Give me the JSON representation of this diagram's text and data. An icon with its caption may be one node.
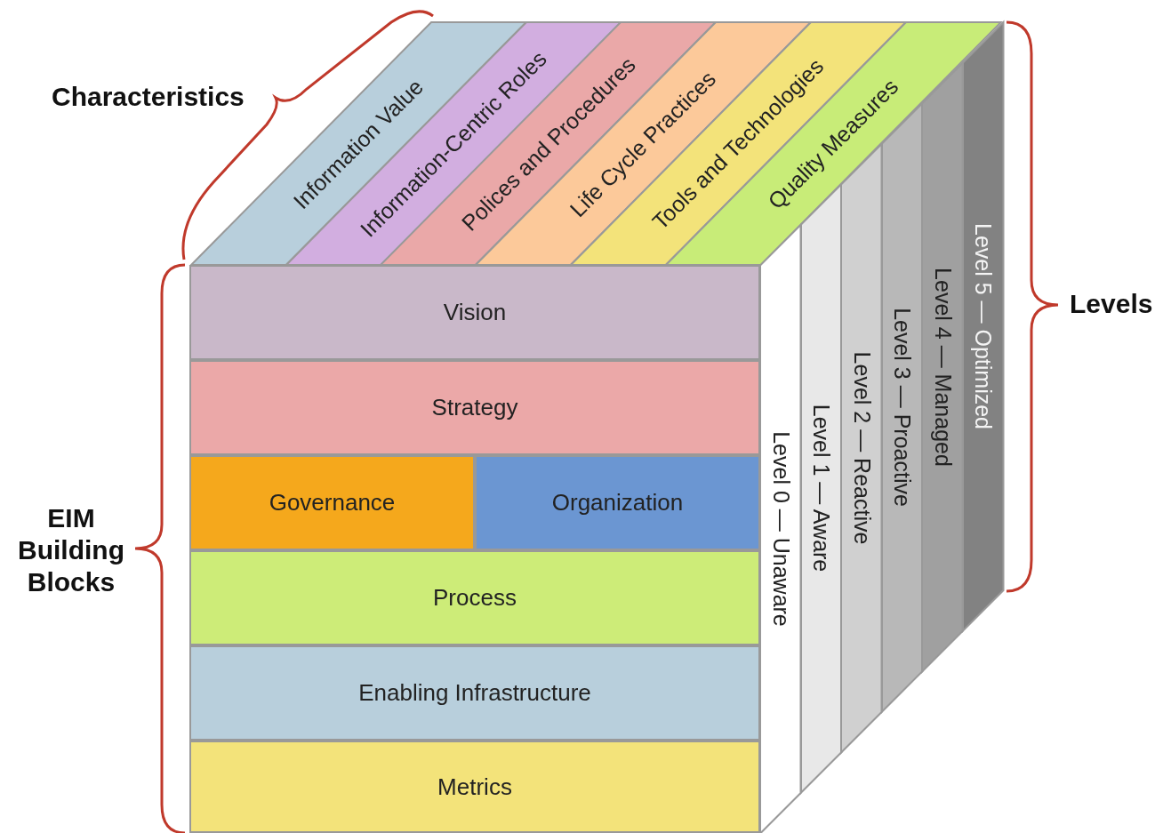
{
  "diagram": {
    "nodes": [
      {
        "text": [
          "Vision"
        ]
      },
      {
        "text": [
          "Strategy"
        ]
      },
      {
        "text": [
          "Governance"
        ]
      },
      {
        "text": [
          "Organization"
        ]
      },
      {
        "text": [
          "Process"
        ]
      },
      {
        "text": [
          "Enabling Infrastructure"
        ]
      },
      {
        "text": [
          "Metrics"
        ]
      },
      {
        "text": [
          "Information Value"
        ]
      },
      {
        "text": [
          "Information-Centric Roles"
        ]
      },
      {
        "text": [
          "Polices and Procedures"
        ]
      },
      {
        "text": [
          "Life Cycle Practices"
        ]
      },
      {
        "text": [
          "Tools and Technologies"
        ]
      },
      {
        "text": [
          "Quality Measures"
        ]
      },
      {
        "text": [
          "Level 0 — Unaware"
        ]
      },
      {
        "text": [
          "Level 1 — Aware"
        ]
      },
      {
        "text": [
          "Level 2 — Reactive"
        ]
      },
      {
        "text": [
          "Level 3 — Proactive"
        ]
      },
      {
        "text": [
          "Level 4 — Managed"
        ]
      },
      {
        "text": [
          "Level 5 — Optimized"
        ]
      }
    ],
    "edges": [],
    "labels": [
      "Characteristics",
      "Levels",
      "EIM Building Blocks"
    ]
  }
}
